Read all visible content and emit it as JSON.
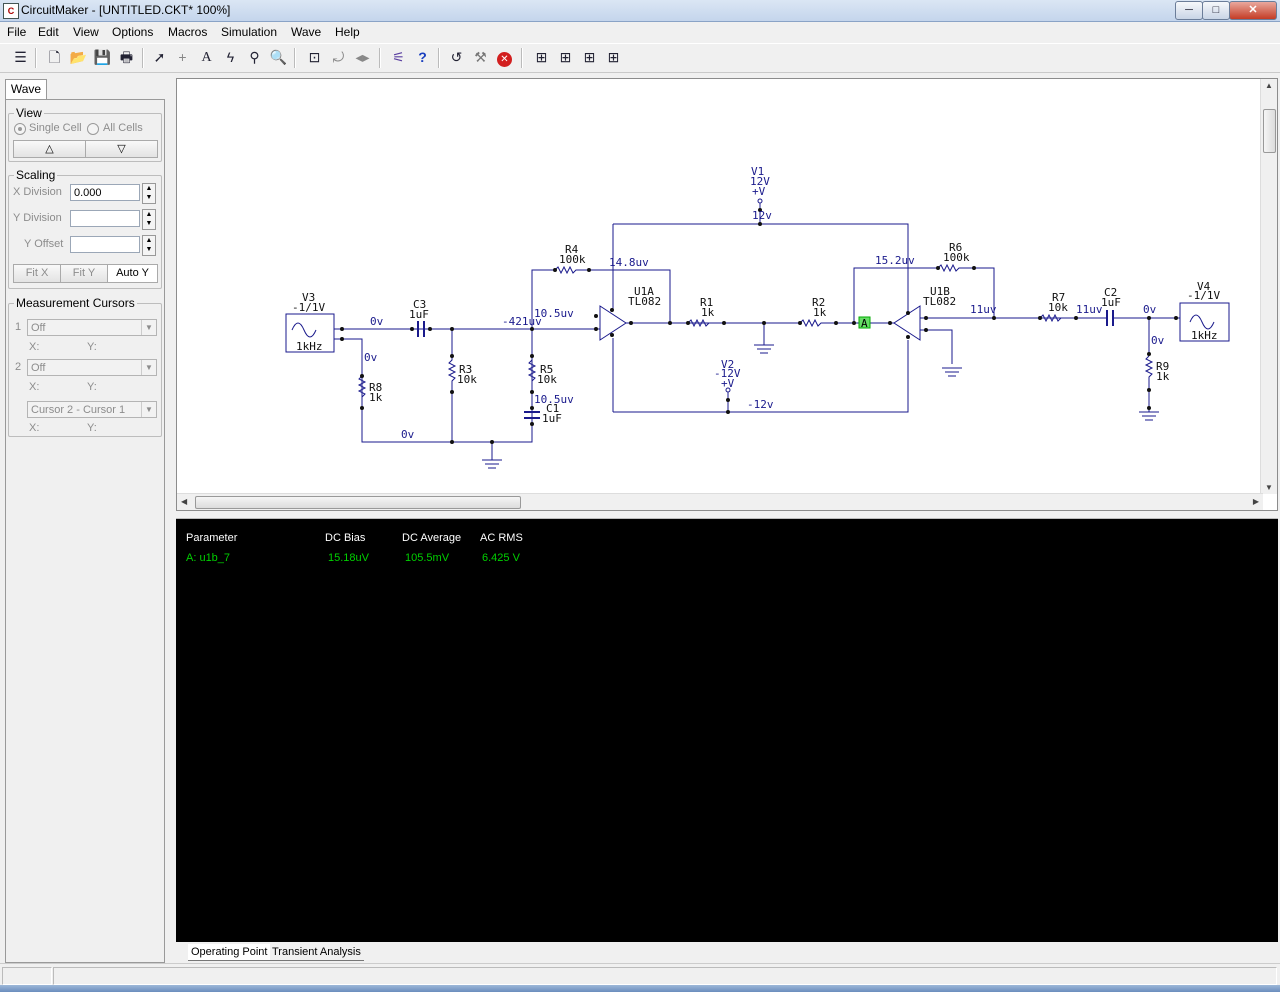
{
  "window": {
    "title": "CircuitMaker - [UNTITLED.CKT* 100%]",
    "min_label": "─",
    "max_label": "□",
    "close_label": "✕"
  },
  "menu": [
    "File",
    "Edit",
    "View",
    "Options",
    "Macros",
    "Simulation",
    "Wave",
    "Help"
  ],
  "toolbar": {
    "icons": [
      "toggle-icon",
      "new-icon",
      "open-icon",
      "save-icon",
      "print-icon",
      "arrow-tool-icon",
      "wire-tool-icon",
      "text-tool-icon",
      "probe-tool-icon",
      "zoom-select-icon",
      "zoom-icon",
      "search-device-icon",
      "rotate-icon",
      "mirror-icon",
      "digital-sim-icon",
      "help-icon",
      "reset-icon",
      "step-icon",
      "stop-icon",
      "analysis-1-icon",
      "analysis-2-icon",
      "analysis-3-icon",
      "analysis-4-icon"
    ]
  },
  "panel": {
    "tab": "Wave",
    "view": {
      "label": "View",
      "single": "Single Cell",
      "all": "All Cells",
      "up": "△",
      "down": "▽"
    },
    "scaling": {
      "label": "Scaling",
      "x_division": "X Division",
      "x_value": "0.000",
      "y_division": "Y Division",
      "y_offset": "Y Offset",
      "fitx": "Fit X",
      "fity": "Fit Y",
      "autoy": "Auto Y"
    },
    "cursors": {
      "label": "Measurement Cursors",
      "c1_num": "1",
      "c1_value": "Off",
      "c2_num": "2",
      "c2_value": "Off",
      "x": "X:",
      "y": "Y:",
      "diff_value": "Cursor 2 - Cursor 1"
    }
  },
  "schematic": {
    "labels": {
      "v1_name": "V1",
      "v1_val": "12V",
      "v1_plus": "+V",
      "v1_net": "12v",
      "v2_name": "V2",
      "v2_val": "-12V",
      "v2_plus": "+V",
      "v2_net": "-12v",
      "v3_name": "V3",
      "v3_val": "-1/1V",
      "v3_freq": "1kHz",
      "v4_name": "V4",
      "v4_val": "-1/1V",
      "v4_freq": "1kHz",
      "r1_name": "R1",
      "r1_val": "1k",
      "r2_name": "R2",
      "r2_val": "1k",
      "r3_name": "R3",
      "r3_val": "10k",
      "r4_name": "R4",
      "r4_val": "100k",
      "r5_name": "R5",
      "r5_val": "10k",
      "r6_name": "R6",
      "r6_val": "100k",
      "r7_name": "R7",
      "r7_val": "10k",
      "r8_name": "R8",
      "r8_val": "1k",
      "r9_name": "R9",
      "r9_val": "1k",
      "c1_name": "C1",
      "c1_val": "1uF",
      "c2_name": "C2",
      "c2_val": "1uF",
      "c3_name": "C3",
      "c3_val": "1uF",
      "u1a_name": "U1A",
      "u1a_val": "TL082",
      "u1b_name": "U1B",
      "u1b_val": "TL082",
      "net_0v_a": "0v",
      "net_0v_b": "0v",
      "net_0v_c": "0v",
      "net_0v_d": "0v",
      "net_0v_e": "0v",
      "net_421": "-421uv",
      "net_10_5a": "10.5uv",
      "net_10_5b": "10.5uv",
      "net_14_8": "14.8uv",
      "net_15_2": "15.2uv",
      "net_11a": "11uv",
      "net_11b": "11uv",
      "probe": "A"
    }
  },
  "results": {
    "headers": [
      "Parameter",
      "DC Bias",
      "DC Average",
      "AC RMS"
    ],
    "row": [
      "A: u1b_7",
      "15.18uV",
      "105.5mV",
      "6.425 V"
    ]
  },
  "bottom_tabs": [
    "Operating Point",
    "Transient Analysis"
  ]
}
